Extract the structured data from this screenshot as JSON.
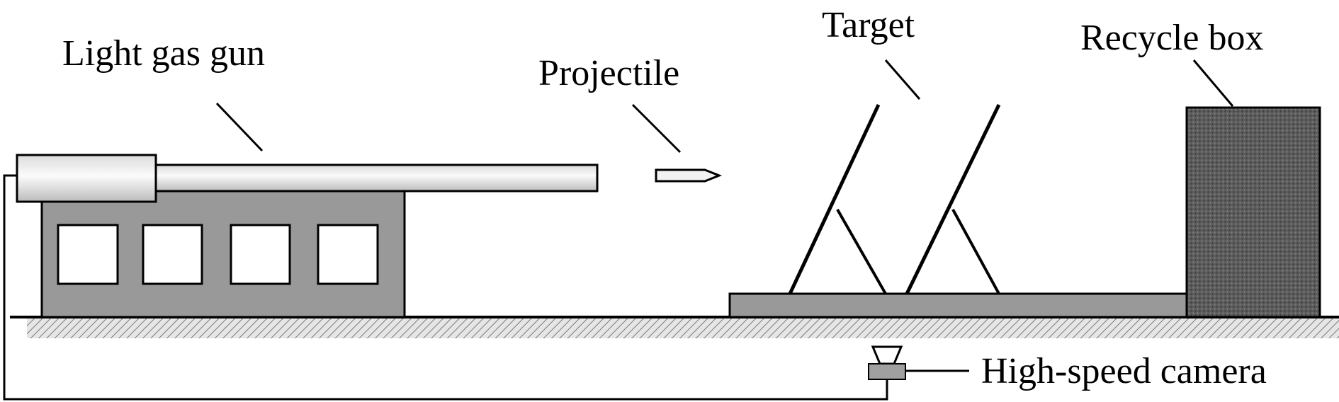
{
  "labels": {
    "gun": "Light gas gun",
    "projectile": "Projectile",
    "target": "Target",
    "recycle_box": "Recycle box",
    "camera": "High-speed camera"
  },
  "colors": {
    "gun_body": "#999999",
    "barrel_light": "#f2f2f2",
    "barrel_mid": "#c8c8c8",
    "recycle_box": "#555555",
    "platform": "#999999",
    "camera": "#a0a0a0"
  }
}
